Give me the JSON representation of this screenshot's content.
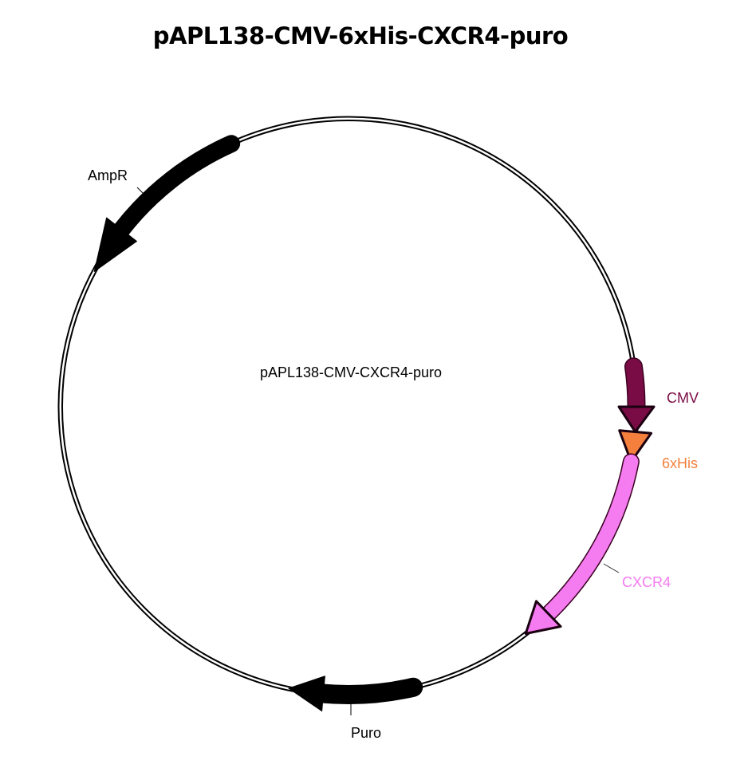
{
  "title": "pAPL138-CMV-6xHis-CXCR4-puro",
  "map_name": "pAPL138-CMV-CXCR4-puro",
  "features": [
    {
      "name": "AmpR",
      "color": "#000000"
    },
    {
      "name": "CMV",
      "color": "#7a0c45"
    },
    {
      "name": "6xHis",
      "color": "#f5803e"
    },
    {
      "name": "CXCR4",
      "color": "#f57bf0"
    },
    {
      "name": "Puro",
      "color": "#000000"
    }
  ]
}
